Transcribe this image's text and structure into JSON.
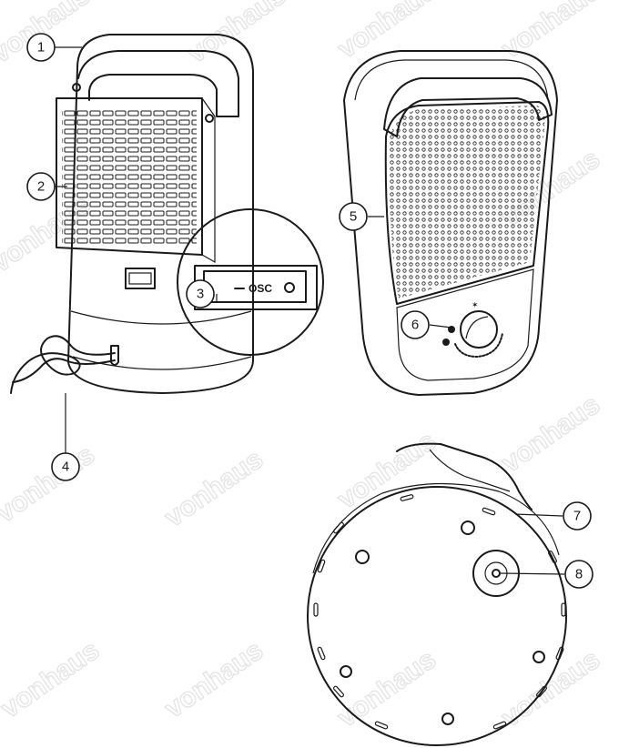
{
  "watermark": "vonhaus",
  "switch_label": "OSC",
  "callouts": [
    "1",
    "2",
    "3",
    "4",
    "5",
    "6",
    "7",
    "8"
  ]
}
